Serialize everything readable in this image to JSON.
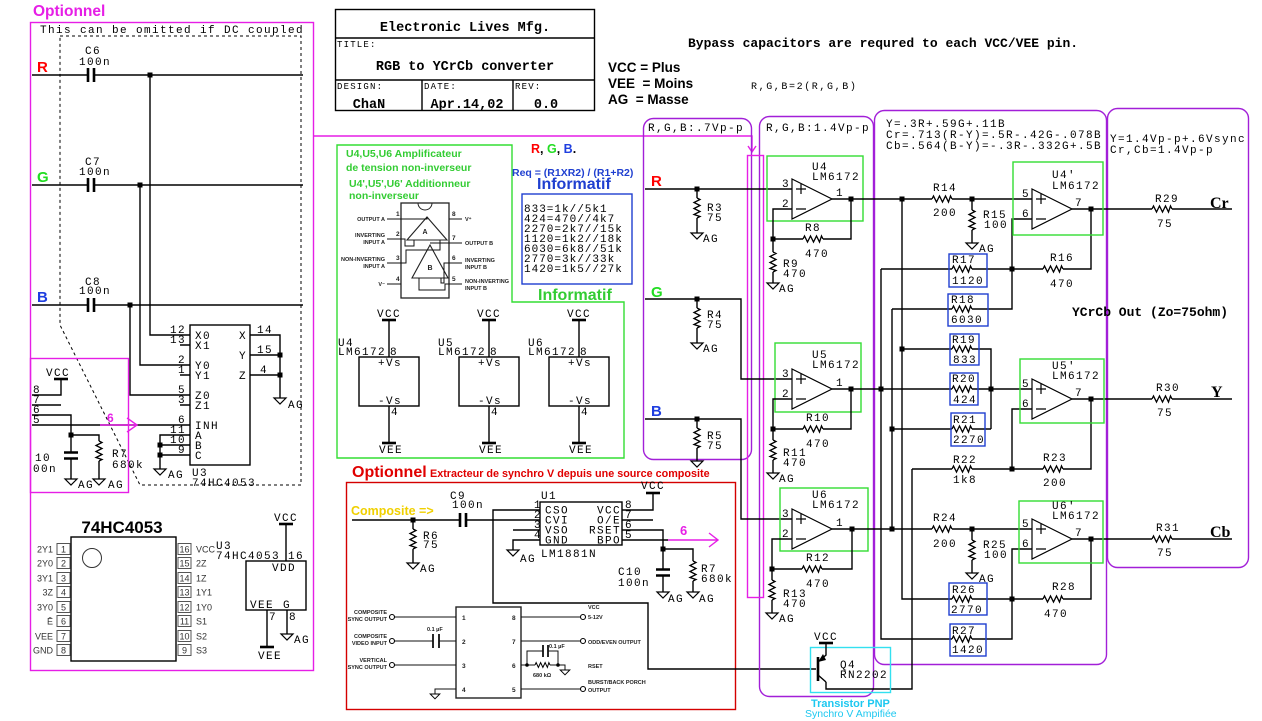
{
  "title_block": {
    "company": "Electronic Lives Mfg.",
    "title_label": "TITLE:",
    "title": "RGB to YCrCb converter",
    "design_label": "DESIGN:",
    "design": "ChaN",
    "date_label": "DATE:",
    "date": "Apr.14,02",
    "rev_label": "REV:",
    "rev": "0.0"
  },
  "notes": {
    "bypass": "Bypass capacitors are requred to each VCC/VEE pin.",
    "legend": [
      "VCC = Plus",
      "VEE  = Moins",
      "AG  = Masse"
    ],
    "gain_note": "R,G,B=2(R,G,B)"
  },
  "colors": {
    "red_channel": "#ff0000",
    "green_channel": "#22dd22",
    "blue_channel": "#1f3fe0",
    "optional_magenta": "#e61ee6",
    "sync_red": "#e00000",
    "composite_yellow": "#f0d000",
    "info_green": "#33cc33",
    "info_blue": "#1f3fd0",
    "transistor_cyan": "#1ec8f0"
  },
  "optional_input": {
    "heading": "Optionnel",
    "note": "This can be omitted if DC coupled",
    "channels": [
      {
        "label": "R",
        "cap_ref": "C6",
        "cap_value": "100n"
      },
      {
        "label": "G",
        "cap_ref": "C7",
        "cap_value": "100n"
      },
      {
        "label": "B",
        "cap_ref": "C8",
        "cap_value": "100n"
      }
    ]
  },
  "mux": {
    "ref": "U3",
    "part": "74HC4053",
    "left_pins": [
      {
        "num": "12",
        "name": "X0"
      },
      {
        "num": "13",
        "name": "X1"
      },
      {
        "num": "2",
        "name": "Y0"
      },
      {
        "num": "1",
        "name": "Y1"
      },
      {
        "num": "5",
        "name": "Z0"
      },
      {
        "num": "3",
        "name": "Z1"
      },
      {
        "num": "6",
        "name": "INH"
      },
      {
        "num": "11",
        "name": "A"
      },
      {
        "num": "10",
        "name": "B"
      },
      {
        "num": "9",
        "name": "C"
      }
    ],
    "right_pins": [
      {
        "num": "14",
        "name": "X"
      },
      {
        "num": "15",
        "name": "Y"
      },
      {
        "num": "4",
        "name": "Z"
      }
    ],
    "output_ground": "AG",
    "select_ground": "AG"
  },
  "sync_link": {
    "supply": "VCC",
    "pins": [
      "8",
      "7",
      "6",
      "5"
    ],
    "cap_value": [
      "10",
      "00n"
    ],
    "res_ref": "R7",
    "res_value": "680k",
    "grounds": [
      "AG",
      "AG"
    ],
    "link_label": "6"
  },
  "mux_pinout": {
    "title": "74HC4053",
    "left": [
      {
        "num": "1",
        "name": "2Y1"
      },
      {
        "num": "2",
        "name": "2Y0"
      },
      {
        "num": "3",
        "name": "3Y1"
      },
      {
        "num": "4",
        "name": "3Z"
      },
      {
        "num": "5",
        "name": "3Y0"
      },
      {
        "num": "6",
        "name": "Ē"
      },
      {
        "num": "7",
        "name": "VEE"
      },
      {
        "num": "8",
        "name": "GND"
      }
    ],
    "right": [
      {
        "num": "16",
        "name": "VCC"
      },
      {
        "num": "15",
        "name": "2Z"
      },
      {
        "num": "14",
        "name": "1Z"
      },
      {
        "num": "13",
        "name": "1Y1"
      },
      {
        "num": "12",
        "name": "1Y0"
      },
      {
        "num": "11",
        "name": "S1"
      },
      {
        "num": "10",
        "name": "S2"
      },
      {
        "num": "9",
        "name": "S3"
      }
    ]
  },
  "mux_power": {
    "supply": "VCC",
    "ref": "U3",
    "part": "74HC4053",
    "vdd_pin": "16",
    "vdd": "VDD",
    "vee": "VEE",
    "gnd": "G",
    "vee_pin": "7",
    "gnd_pin": "8",
    "ground": "AG",
    "negative_rail": "VEE"
  },
  "opamp_info": {
    "description": [
      "U4,U5,U6 Amplificateur",
      "de tension non-inverseur",
      "U4',U5',U6' Additionneur",
      "non-inverseur"
    ],
    "pinout": {
      "left": [
        {
          "num": "1",
          "label": [
            "OUTPUT A"
          ]
        },
        {
          "num": "2",
          "label": [
            "INVERTING",
            "INPUT A"
          ]
        },
        {
          "num": "3",
          "label": [
            "NON-INVERTING",
            "INPUT A"
          ]
        },
        {
          "num": "4",
          "label": [
            "V⁻"
          ]
        }
      ],
      "right": [
        {
          "num": "8",
          "label": [
            "V⁺"
          ]
        },
        {
          "num": "7",
          "label": [
            "OUTPUT B"
          ]
        },
        {
          "num": "6",
          "label": [
            "INVERTING",
            "INPUT B"
          ]
        },
        {
          "num": "5",
          "label": [
            "NON-INVERTING",
            "INPUT B"
          ]
        }
      ],
      "amp_a": "A",
      "amp_b": "B"
    }
  },
  "informatif": {
    "rgb_legend": {
      "r": "R",
      "g": "G",
      "b": "B",
      "sep": ", ",
      "end": "."
    },
    "formula": "Req = (R1XR2) / (R1+R2)",
    "heading": "Informatif",
    "equivalents": [
      "833=1k//5k1",
      "424=470//4k7",
      "2270=2k7//15k",
      "1120=1k2//18k",
      "6030=6k8//51k",
      "2770=3k//33k",
      "1420=1k5//27k"
    ],
    "footer": "Informatif"
  },
  "opamp_power": [
    {
      "ref": "U4",
      "part": "LM6172",
      "supply": "VCC",
      "pos_pin": "8",
      "pos_label": "+Vs",
      "neg_label": "-Vs",
      "neg_pin": "4",
      "negative_rail": "VEE"
    },
    {
      "ref": "U5",
      "part": "LM6172",
      "supply": "VCC",
      "pos_pin": "8",
      "pos_label": "+Vs",
      "neg_label": "-Vs",
      "neg_pin": "4",
      "negative_rail": "VEE"
    },
    {
      "ref": "U6",
      "part": "LM6172",
      "supply": "VCC",
      "pos_pin": "8",
      "pos_label": "+Vs",
      "neg_label": "-Vs",
      "neg_pin": "4",
      "negative_rail": "VEE"
    }
  ],
  "sync_extractor": {
    "heading": "Optionnel",
    "subtitle": "Extracteur de synchro V depuis une source composite",
    "input_label": "Composite =>",
    "c9_ref": "C9",
    "c9_value": "100n",
    "r6_ref": "R6",
    "r6_value": "75",
    "r6_ground": "AG",
    "u1_ref": "U1",
    "u1_part": "LM1881N",
    "u1_supply": "VCC",
    "u1_ground": "AG",
    "u1_left_pins": [
      {
        "num": "1",
        "name": "CSO"
      },
      {
        "num": "2",
        "name": "CVI"
      },
      {
        "num": "3",
        "name": "VSO"
      },
      {
        "num": "4",
        "name": "GND"
      }
    ],
    "u1_right_pins": [
      {
        "num": "8",
        "name": "VCC"
      },
      {
        "num": "7",
        "name": "O/E"
      },
      {
        "num": "6",
        "name": "RSET"
      },
      {
        "num": "5",
        "name": "BPO"
      }
    ],
    "c10_ref": "C10",
    "c10_value": "100n",
    "r7_ref": "R7",
    "r7_value": "680k",
    "grounds": [
      "AG",
      "AG"
    ],
    "link_label": "6"
  },
  "lm1881_app": {
    "left_pins": [
      {
        "num": "1",
        "label": [
          "COMPOSITE",
          "SYNC OUTPUT"
        ]
      },
      {
        "num": "2",
        "label": [
          "COMPOSITE",
          "VIDEO INPUT"
        ]
      },
      {
        "num": "3",
        "label": [
          "VERTICAL",
          "SYNC OUTPUT"
        ]
      },
      {
        "num": "4"
      }
    ],
    "right_pins": [
      {
        "num": "8",
        "label": [
          "VCC",
          "5-12V"
        ]
      },
      {
        "num": "7",
        "label": [
          "ODD/EVEN OUTPUT"
        ]
      },
      {
        "num": "6",
        "label": [
          "RSET"
        ]
      },
      {
        "num": "5",
        "label": [
          "BURST/BACK PORCH",
          "OUTPUT"
        ]
      }
    ],
    "input_cap": "0.1 µF",
    "rset_cap": "0.1 µF",
    "rset_res": "680 kΩ"
  },
  "converter": {
    "box_labels": {
      "input": "R,G,B:.7Vp-p",
      "amplified": "R,G,B:1.4Vp-p"
    },
    "equations": [
      "Y=.3R+.59G+.11B",
      "Cr=.713(R-Y)=.5R-.42G-.078B",
      "Cb=.564(B-Y)=-.3R-.332G+.5B"
    ],
    "output_levels": [
      "Y=1.4Vp-p+.6Vsync",
      "Cr,Cb=1.4Vp-p"
    ],
    "output_heading": "YCrCb Out (Zo=75ohm)",
    "inputs": [
      {
        "label": "R",
        "term_ref": "R3",
        "term_value": "75",
        "ground": "AG"
      },
      {
        "label": "G",
        "term_ref": "R4",
        "term_value": "75",
        "ground": "AG"
      },
      {
        "label": "B",
        "term_ref": "R5",
        "term_value": "75"
      }
    ],
    "amplifiers": [
      {
        "ref": "U4",
        "part": "LM6172",
        "pin_pos": "3",
        "pin_neg": "2",
        "pin_out": "1",
        "rf_ref": "R8",
        "rf_value": "470",
        "rg_ref": "R9",
        "rg_value": "470",
        "ground": "AG"
      },
      {
        "ref": "U5",
        "part": "LM6172",
        "pin_pos": "3",
        "pin_neg": "2",
        "pin_out": "1",
        "rf_ref": "R10",
        "rf_value": "470",
        "rg_ref": "R11",
        "rg_value": "470",
        "ground": "AG"
      },
      {
        "ref": "U6",
        "part": "LM6172",
        "pin_pos": "3",
        "pin_neg": "2",
        "pin_out": "1",
        "rf_ref": "R12",
        "rf_value": "470",
        "rg_ref": "R13",
        "rg_value": "470",
        "ground": "AG"
      }
    ],
    "summers": [
      {
        "ref": "U4'",
        "part": "LM6172",
        "pin_pos": "5",
        "pin_neg": "6",
        "pin_out": "7",
        "out_ref": "R29",
        "out_value": "75",
        "output": "Cr"
      },
      {
        "ref": "U5'",
        "part": "LM6172",
        "pin_pos": "5",
        "pin_neg": "6",
        "pin_out": "7",
        "out_ref": "R30",
        "out_value": "75",
        "output": "Y"
      },
      {
        "ref": "U6'",
        "part": "LM6172",
        "pin_pos": "5",
        "pin_neg": "6",
        "pin_out": "7",
        "out_ref": "R31",
        "out_value": "75",
        "output": "Cb"
      }
    ],
    "matrix_resistors": [
      {
        "ref": "R14",
        "value": "200"
      },
      {
        "ref": "R15",
        "value": "100"
      },
      {
        "ref": "R16",
        "value": "470"
      },
      {
        "ref": "R17",
        "value": "1120"
      },
      {
        "ref": "R18",
        "value": "6030"
      },
      {
        "ref": "R19",
        "value": "833"
      },
      {
        "ref": "R20",
        "value": "424"
      },
      {
        "ref": "R21",
        "value": "2270"
      },
      {
        "ref": "R22",
        "value": "1k8"
      },
      {
        "ref": "R23",
        "value": "200"
      },
      {
        "ref": "R24",
        "value": "200"
      },
      {
        "ref": "R25",
        "value": "100"
      },
      {
        "ref": "R26",
        "value": "2770"
      },
      {
        "ref": "R27",
        "value": "1420"
      },
      {
        "ref": "R28",
        "value": "470"
      }
    ],
    "matrix_grounds": [
      "AG",
      "AG"
    ]
  },
  "sync_amp": {
    "supply": "VCC",
    "ref": "Q4",
    "part": "RN2202",
    "caption": "Transistor PNP",
    "subcaption": "Synchro V Ampifiée"
  }
}
